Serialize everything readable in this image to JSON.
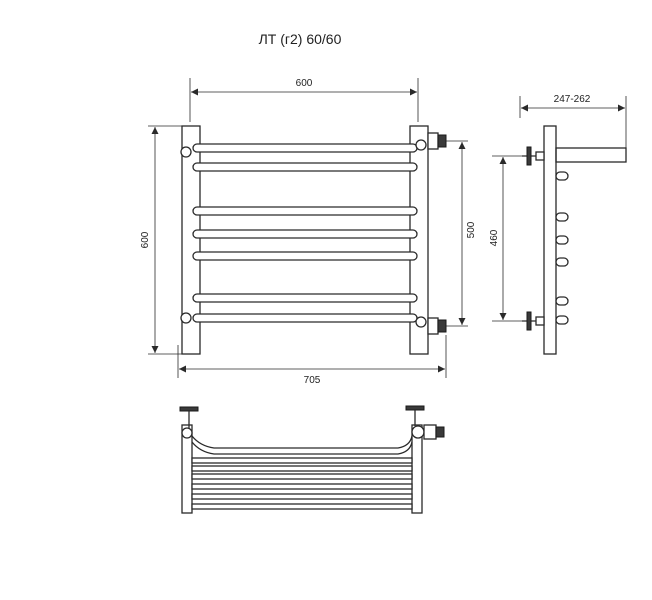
{
  "title": "ЛТ (г2) 60/60",
  "dimensions": {
    "front_width": "600",
    "front_height": "600",
    "axis_distance": "500",
    "side_axis_distance": "460",
    "total_width": "705",
    "depth": "247-262"
  },
  "colors": {
    "line": "#2a2a2a",
    "background": "#ffffff"
  }
}
